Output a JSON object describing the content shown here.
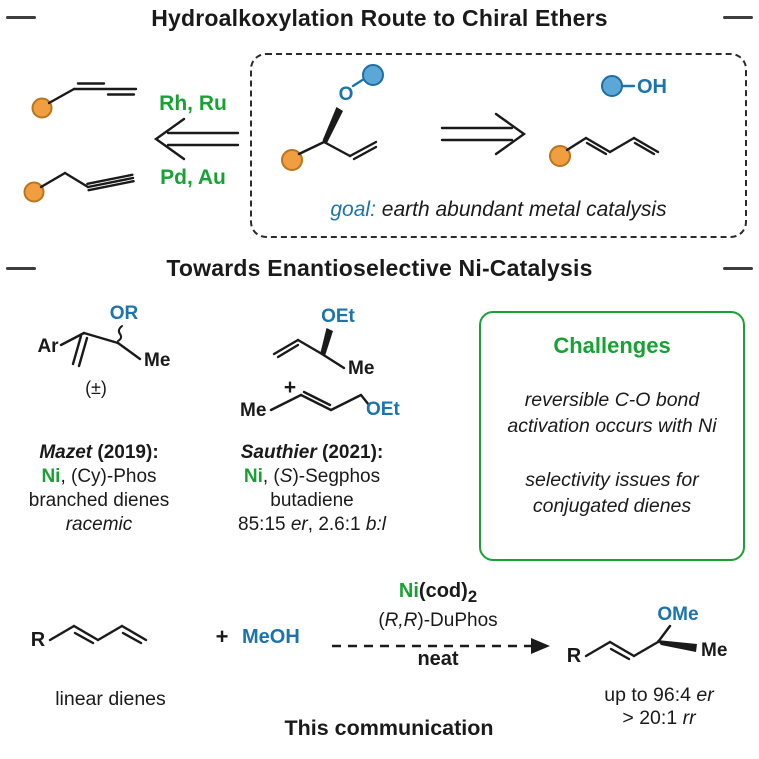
{
  "colors": {
    "orange": "#F09E3F",
    "blue": "#1C74AD",
    "green": "#18A233",
    "ink": "#1a1a1a"
  },
  "section_hydro": {
    "title": "Hydroalkoxylation Route to Chiral Ethers",
    "metals_top": "Rh, Ru",
    "metals_bottom": "Pd, Au",
    "o_label": "O",
    "oh_label": "OH",
    "goal_label": "goal:",
    "goal_text": "earth abundant metal catalysis"
  },
  "section_ni": {
    "title": "Towards Enantioselective Ni-Catalysis",
    "mazet": {
      "ar": "Ar",
      "or": "OR",
      "me": "Me",
      "plusminus": "(±)",
      "name": "Mazet",
      "year": " (2019):",
      "metal": "Ni",
      "ligand": ", (Cy)-Phos",
      "substrate": "branched dienes",
      "result": "racemic"
    },
    "sauthier": {
      "oet_top": "OEt",
      "me_top": "Me",
      "plus": "+",
      "me_bottom": "Me",
      "oet_bottom": "OEt",
      "name": "Sauthier",
      "year": " (2021):",
      "metal": "Ni",
      "ligand_pre": ", (",
      "ligand_stereo": "S",
      "ligand_post": ")-Segphos",
      "substrate": "butadiene",
      "result_1": "85:15 ",
      "result_1_it": "er",
      "result_2": ", 2.6:1 ",
      "result_2_it": "b:l"
    },
    "challenges": {
      "title": "Challenges",
      "p1_line1": "reversible C-O bond",
      "p1_line2": "activation occurs with Ni",
      "p2_line1": "selectivity issues for",
      "p2_line2": "conjugated dienes"
    }
  },
  "reaction": {
    "r_left": "R",
    "substrate_label": "linear dienes",
    "plus": "+",
    "alcohol": "MeOH",
    "catalyst_metal": "Ni",
    "catalyst_rest": "(cod)",
    "catalyst_sub": "2",
    "ligand_pre": "(",
    "ligand_stereo": "R,R",
    "ligand_post": ")-DuPhos",
    "conditions": "neat",
    "r_right": "R",
    "ome": "OMe",
    "me": "Me",
    "result_1": "up to 96:4 ",
    "result_1_it": "er",
    "result_2": "> 20:1 ",
    "result_2_it": "rr",
    "footer": "This communication"
  }
}
